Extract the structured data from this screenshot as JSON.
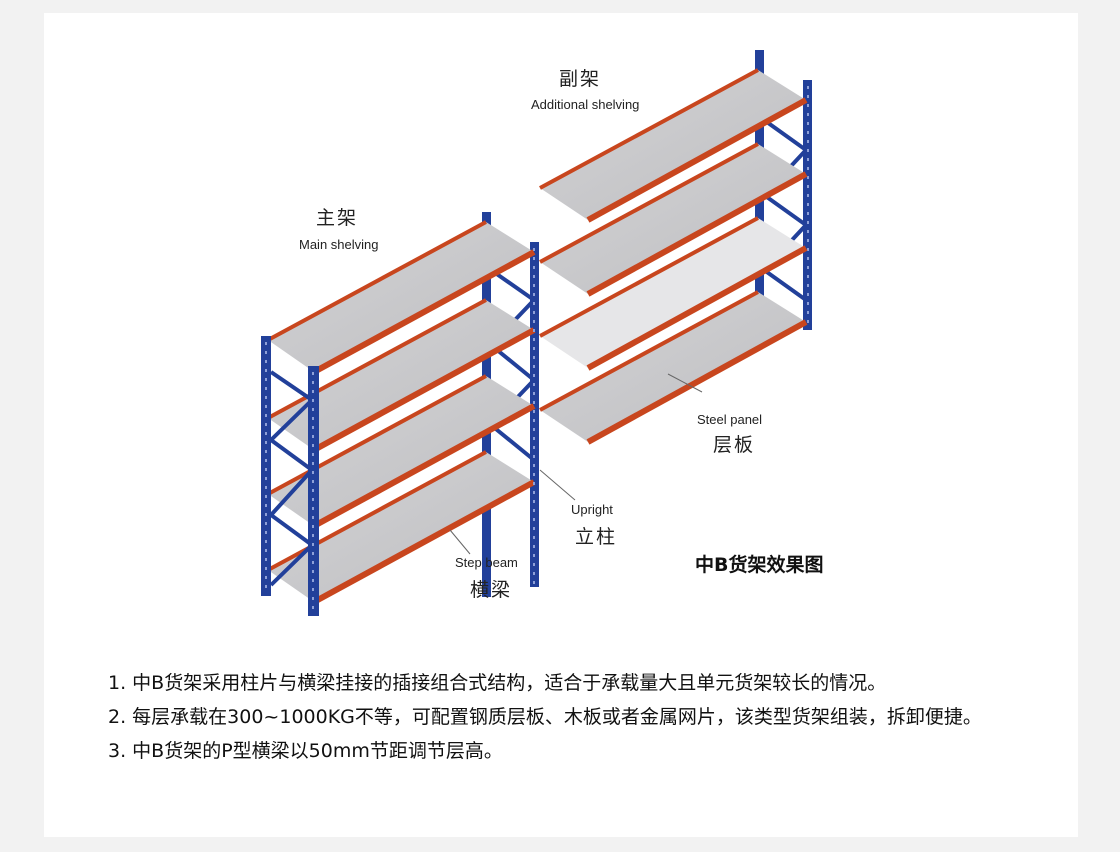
{
  "labels": {
    "additional_zh": "副架",
    "additional_en": "Additional shelving",
    "main_zh": "主架",
    "main_en": "Main shelving",
    "steel_en": "Steel panel",
    "steel_zh": "层板",
    "upright_en": "Upright",
    "upright_zh": "立柱",
    "beam_en": "Step beam",
    "beam_zh": "横梁"
  },
  "caption": "中B货架效果图",
  "description": [
    "1. 中B货架采用柱片与横梁挂接的插接组合式结构，适合于承载量大且单元货架较长的情况。",
    "2. 每层承载在300~1000KG不等，可配置钢质层板、木板或者金属网片，该类型货架组装，拆卸便捷。",
    "3. 中B货架的P型横梁以50mm节距调节层高。"
  ],
  "colors": {
    "upright": "#22409a",
    "beam": "#c8461e",
    "panel": "#c9c9cb",
    "background": "#f2f2f2",
    "card": "#ffffff"
  }
}
